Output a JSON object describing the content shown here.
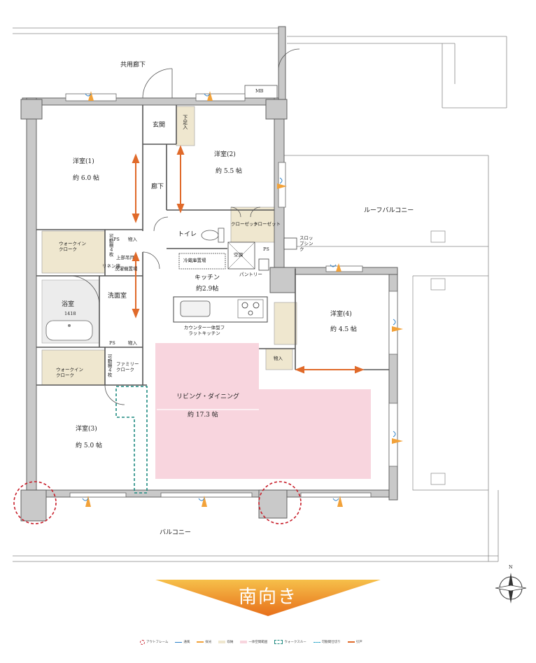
{
  "colors": {
    "wall": "#c9c9c9",
    "wall_stroke": "#666666",
    "storage": "#efe7cf",
    "living_highlight": "#f8d5de",
    "door_arrow": "#e06a2a",
    "tile": "#e4e4e4",
    "walkthrough": "#1e8a80",
    "outframe": "#c81e2a",
    "banner": "#f2a23a",
    "banner_dark": "#e76f1a"
  },
  "labels": {
    "common_corridor": "共用廊下",
    "mb": "MB",
    "entrance": "玄関",
    "shoe_box": "下足入",
    "hallway": "廊下",
    "toilet": "トイレ",
    "closet1": "クローゼット",
    "closet2": "クローゼット",
    "fridge": "冷蔵庫置場",
    "ps1": "PS",
    "ps2": "PS",
    "ps3": "PS",
    "storage1": "物入",
    "storage2": "物入",
    "storage3": "物入",
    "wic1": "ウォークインクローク",
    "shelf4": "可動棚４枚",
    "linen": "リネン庫",
    "upper_shelf": "上部吊戸",
    "washer": "洗濯機置場",
    "bath": "浴室",
    "bath_size": "1418",
    "washroom": "洗面室",
    "kitchen": "キッチン",
    "kitchen_size": "約2.9帖",
    "kitchen_counter": "カウンター一体型フラットキッチン",
    "pantry": "パントリー",
    "ac": "空調",
    "wic2": "ウォークインクローク",
    "shelf4b": "可動棚４枚",
    "family_cloak": "ファミリークローク",
    "living": "リビング・ダイニング",
    "living_size": "約 17.3 帖",
    "roof_balcony": "ルーフバルコニー",
    "slop_sink": "スロップシンク",
    "balcony": "バルコニー",
    "banner": "南向き",
    "north": "N"
  },
  "rooms": {
    "r1": {
      "name": "洋室(1)",
      "size": "約 6.0 帖"
    },
    "r2": {
      "name": "洋室(2)",
      "size": "約 5.5 帖"
    },
    "r3": {
      "name": "洋室(3)",
      "size": "約 5.0 帖"
    },
    "r4": {
      "name": "洋室(4)",
      "size": "約 4.5 帖"
    }
  },
  "legend": [
    {
      "text": "アウトフレーム",
      "color": "#c81e2a"
    },
    {
      "text": "通風",
      "color": "#2a7fc8"
    },
    {
      "text": "採光",
      "color": "#f2a23a"
    },
    {
      "text": "収納",
      "color": "#efe7cf"
    },
    {
      "text": "一体空間範囲",
      "color": "#f8d5de"
    },
    {
      "text": "ウォークスルー",
      "color": "#1e8a80"
    },
    {
      "text": "可動間仕切り",
      "color": "#2aa5c8"
    },
    {
      "text": "引戸",
      "color": "#e06a2a"
    }
  ]
}
